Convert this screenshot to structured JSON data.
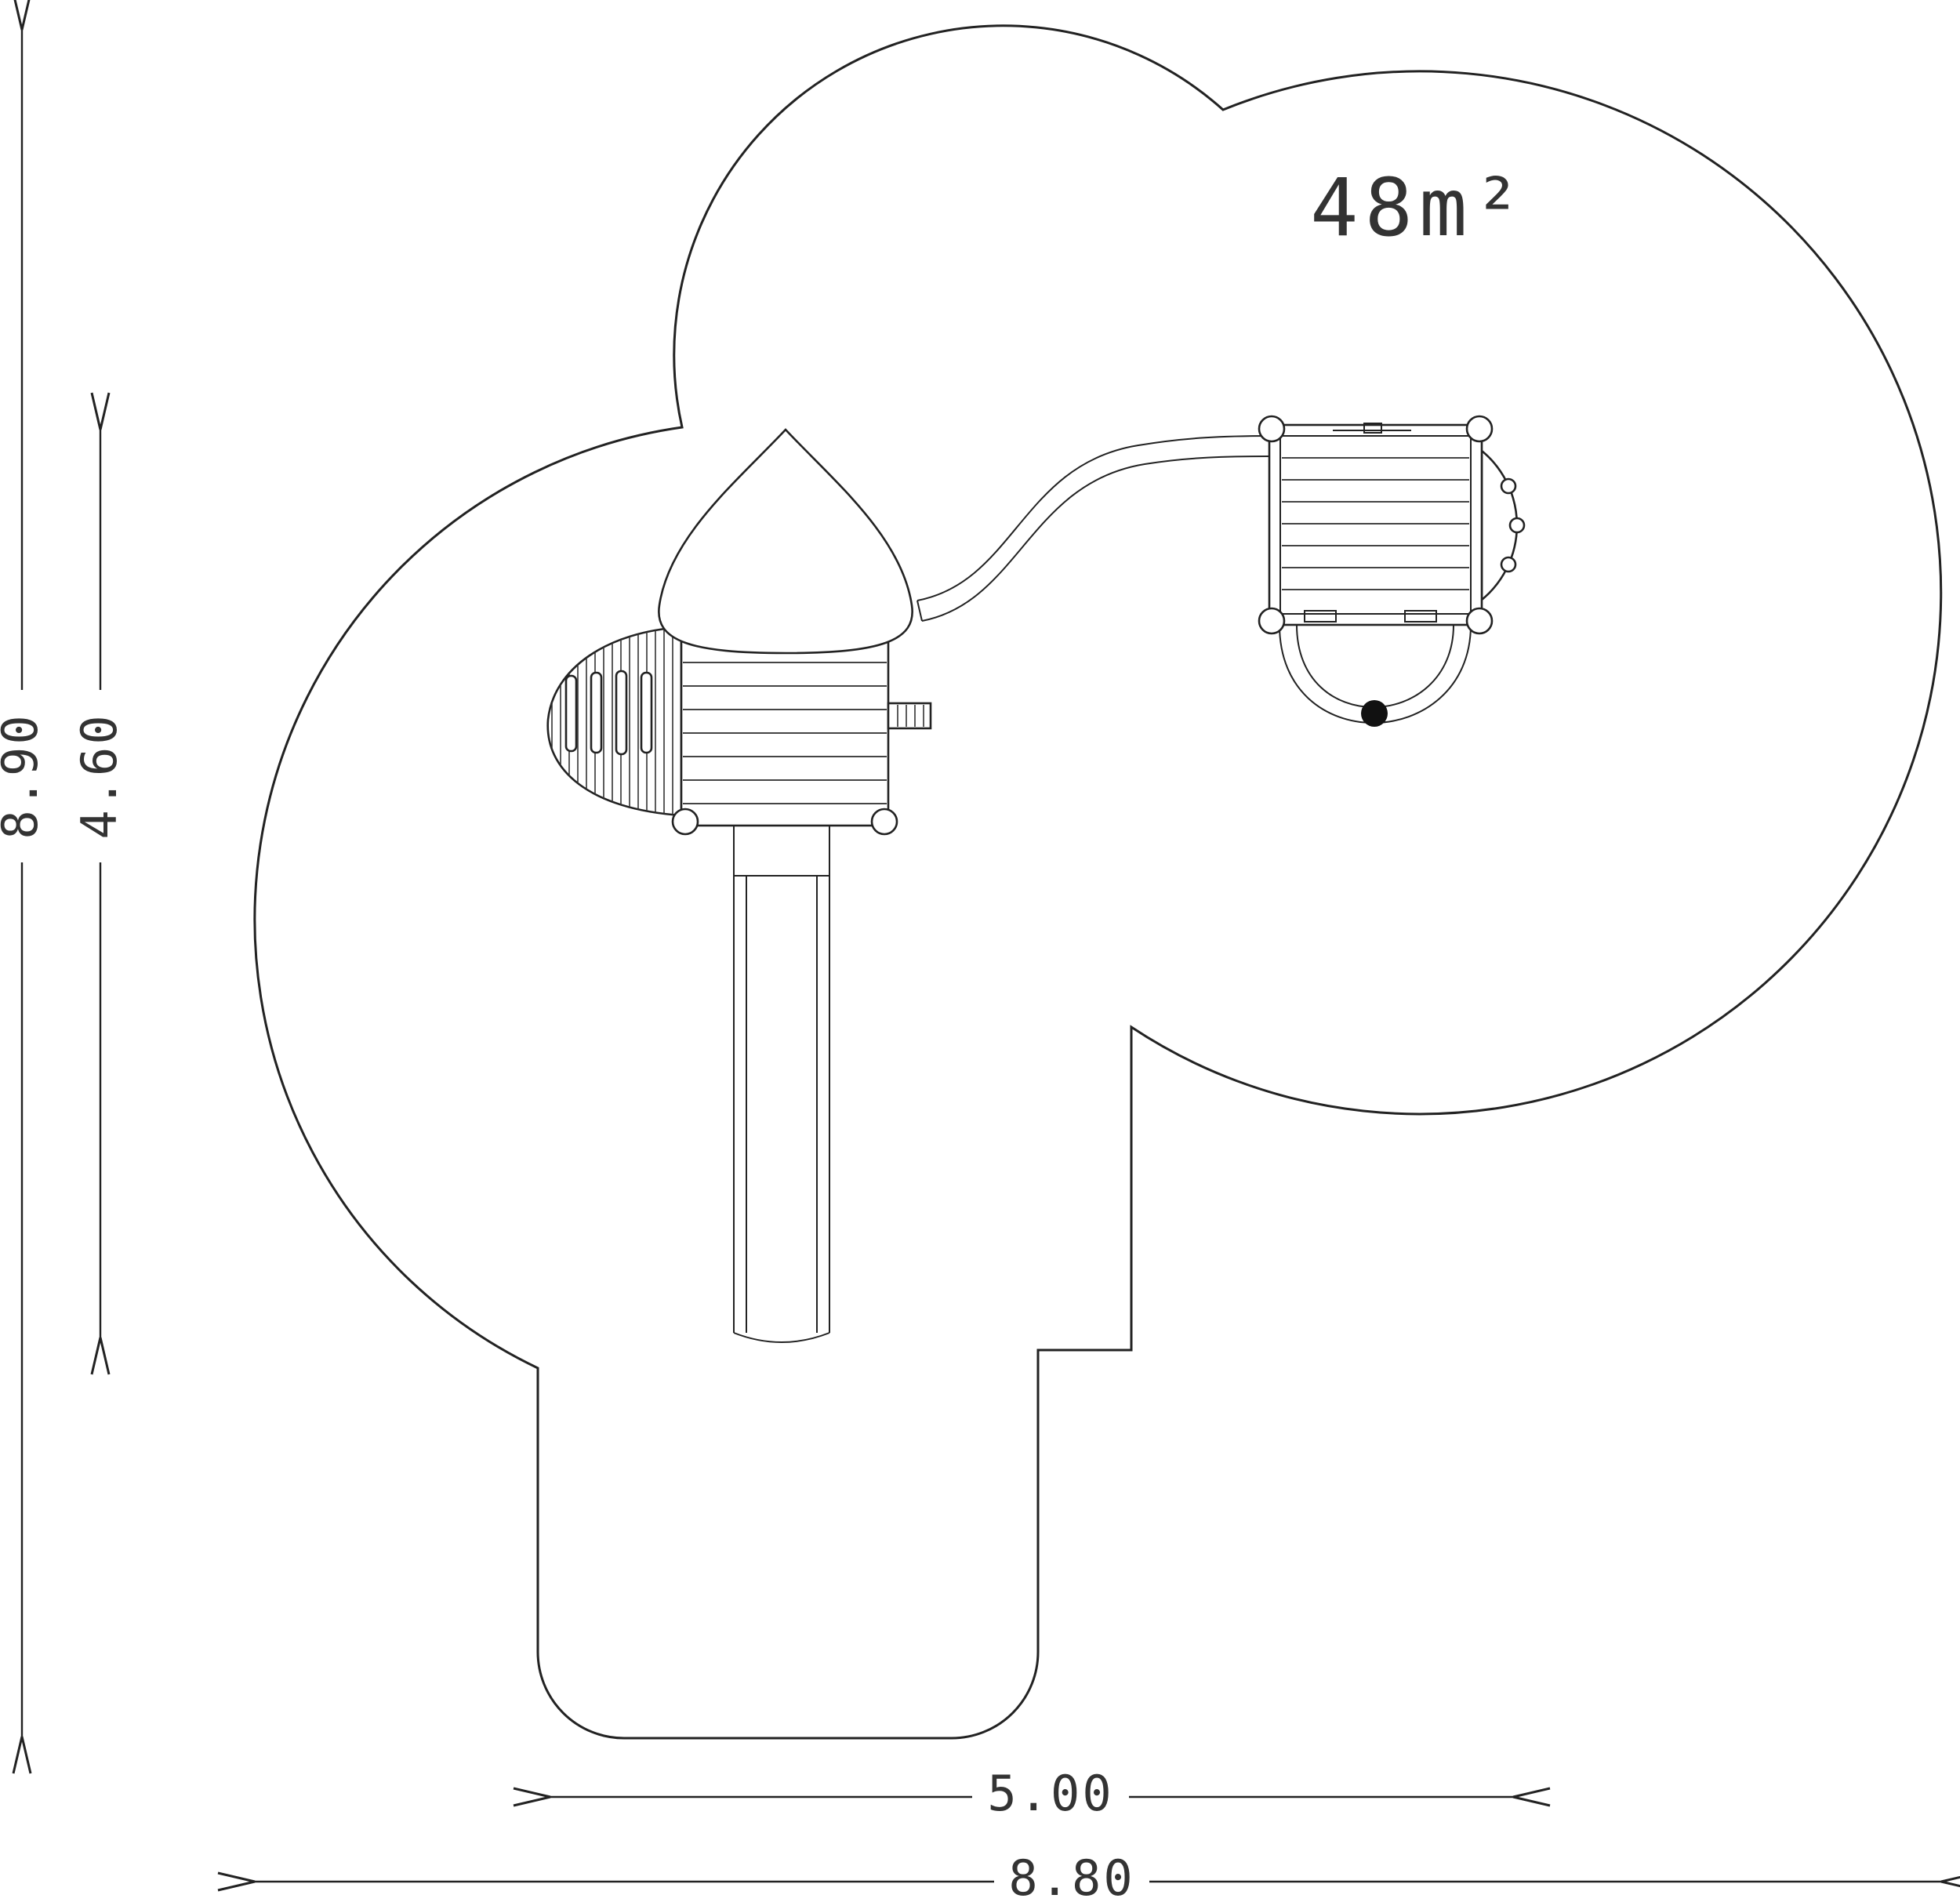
{
  "drawing": {
    "area_label": "48m²",
    "dimensions": {
      "height_total": "8.90",
      "height_structure": "4.60",
      "width_inner": "5.00",
      "width_total": "8.80"
    },
    "colors": {
      "line": "#222222",
      "background": "#ffffff",
      "text": "#333333"
    }
  }
}
